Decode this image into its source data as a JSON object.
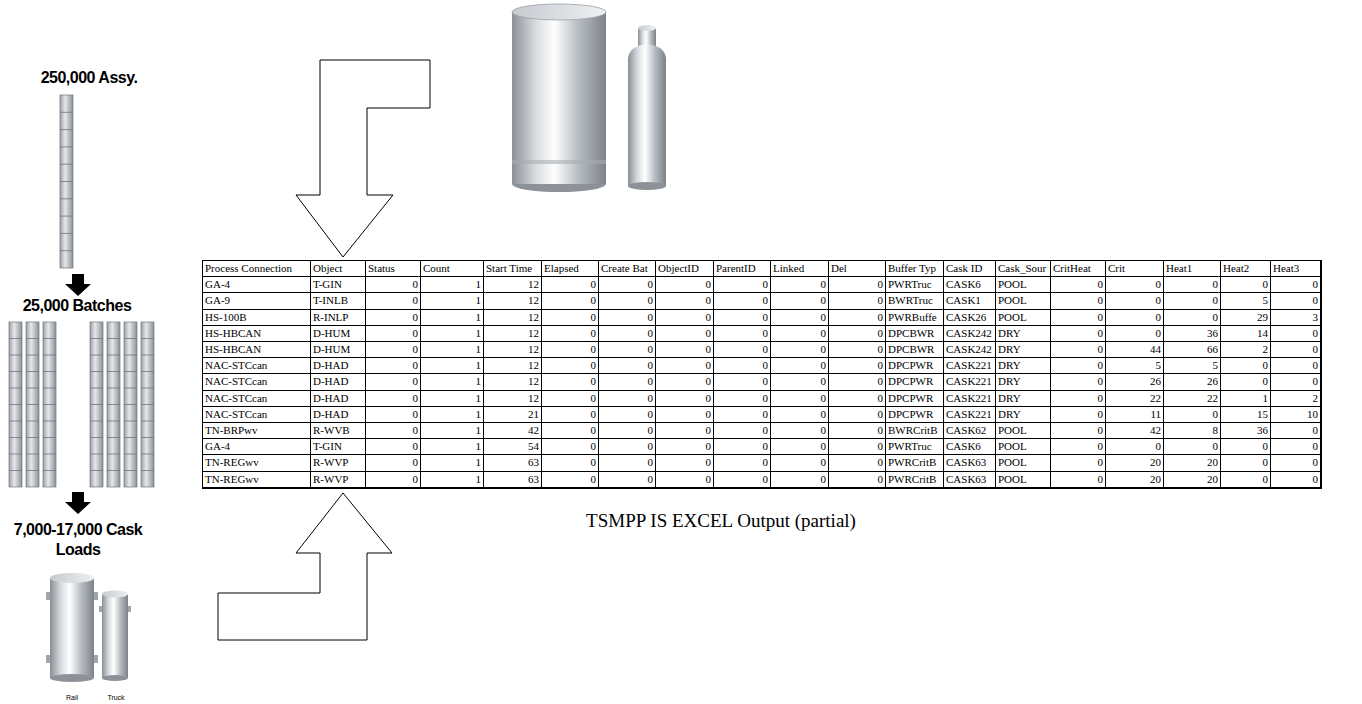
{
  "diagram": {
    "caption": "TSMPP IS EXCEL Output (partial)",
    "labels": [
      "250,000 Assy.",
      "25,000 Batches",
      "7,000-17,000 Cask Loads",
      "Rail",
      "Truck",
      "Process Connection",
      "Object",
      "Status",
      "Count",
      "Start Time",
      "Elapsed",
      "Create Bat",
      "ObjectID",
      "ParentID",
      "Linked",
      "Del",
      "Buffer Typ",
      "Cask ID",
      "Cask_Sour",
      "CritHeat",
      "Crit",
      "Heat1",
      "Heat2",
      "Heat3",
      "GA-4",
      "T-GIN",
      "0",
      "1",
      "12",
      "0",
      "0",
      "0",
      "0",
      "0",
      "0",
      "PWRTruc",
      "CASK6",
      "POOL",
      "0",
      "0",
      "0",
      "0",
      "0",
      "GA-9",
      "T-INLB",
      "0",
      "1",
      "12",
      "0",
      "0",
      "0",
      "0",
      "0",
      "0",
      "BWRTruc",
      "CASK1",
      "POOL",
      "0",
      "0",
      "0",
      "5",
      "0",
      "HS-100B",
      "R-INLP",
      "0",
      "1",
      "12",
      "0",
      "0",
      "0",
      "0",
      "0",
      "0",
      "PWRBuffe",
      "CASK26",
      "POOL",
      "0",
      "0",
      "0",
      "29",
      "3",
      "HS-HBCAN",
      "D-HUM",
      "0",
      "1",
      "12",
      "0",
      "0",
      "0",
      "0",
      "0",
      "0",
      "DPCBWR",
      "CASK242",
      "DRY",
      "0",
      "0",
      "36",
      "14",
      "0",
      "HS-HBCAN",
      "D-HUM",
      "0",
      "1",
      "12",
      "0",
      "0",
      "0",
      "0",
      "0",
      "0",
      "DPCBWR",
      "CASK242",
      "DRY",
      "0",
      "44",
      "66",
      "2",
      "0",
      "NAC-STCcan",
      "D-HAD",
      "0",
      "1",
      "12",
      "0",
      "0",
      "0",
      "0",
      "0",
      "0",
      "DPCPWR",
      "CASK221",
      "DRY",
      "0",
      "5",
      "5",
      "0",
      "0",
      "NAC-STCcan",
      "D-HAD",
      "0",
      "1",
      "12",
      "0",
      "0",
      "0",
      "0",
      "0",
      "0",
      "DPCPWR",
      "CASK221",
      "DRY",
      "0",
      "26",
      "26",
      "0",
      "0",
      "NAC-STCcan",
      "D-HAD",
      "0",
      "1",
      "12",
      "0",
      "0",
      "0",
      "0",
      "0",
      "0",
      "DPCPWR",
      "CASK221",
      "DRY",
      "0",
      "22",
      "22",
      "1",
      "2",
      "NAC-STCcan",
      "D-HAD",
      "0",
      "1",
      "21",
      "0",
      "0",
      "0",
      "0",
      "0",
      "0",
      "DPCPWR",
      "CASK221",
      "DRY",
      "0",
      "11",
      "0",
      "15",
      "10",
      "TN-BRPwv",
      "R-WVB",
      "0",
      "1",
      "42",
      "0",
      "0",
      "0",
      "0",
      "0",
      "0",
      "BWRCritB",
      "CASK62",
      "POOL",
      "0",
      "42",
      "8",
      "36",
      "0",
      "GA-4",
      "T-GIN",
      "0",
      "1",
      "54",
      "0",
      "0",
      "0",
      "0",
      "0",
      "0",
      "PWRTruc",
      "CASK6",
      "POOL",
      "0",
      "0",
      "0",
      "0",
      "0",
      "TN-REGwv",
      "R-WVP",
      "0",
      "1",
      "63",
      "0",
      "0",
      "0",
      "0",
      "0",
      "0",
      "PWRCritB",
      "CASK63",
      "POOL",
      "0",
      "20",
      "20",
      "0",
      "0",
      "TN-REGwv",
      "R-WVP",
      "0",
      "1",
      "63",
      "0",
      "0",
      "0",
      "0",
      "0",
      "0",
      "PWRCritB",
      "CASK63",
      "POOL",
      "0",
      "20",
      "20",
      "0",
      "0"
    ]
  }
}
